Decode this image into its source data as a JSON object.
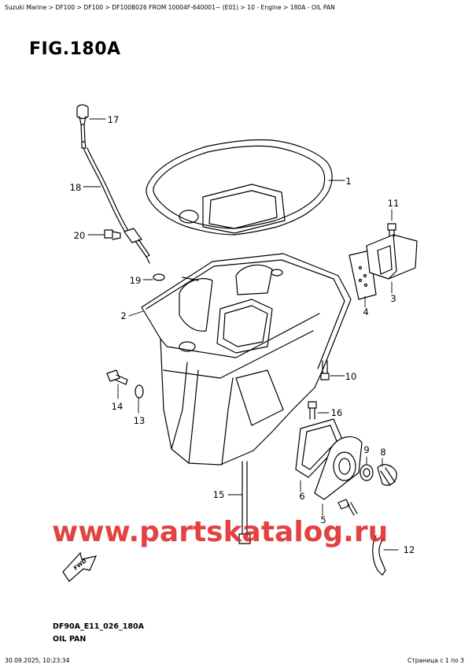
{
  "breadcrumb": "Suzuki Marine > DF100 > DF100 > DF100B026 FROM 10004F-640001~ (E01) > 10 - Engine > 180A - OIL PAN",
  "figure": {
    "title": "FIG.180A",
    "code": "DF90A_E11_026_180A",
    "caption": "OIL PAN"
  },
  "watermark": "www.partskatalog.ru",
  "fwd_label": "FWD",
  "footer": {
    "datetime": "30.09.2025, 10:23:34",
    "page": "Страница с 1 по 3"
  },
  "colors": {
    "callout": "#c0392b",
    "line": "#000000",
    "watermark": "#dc1919"
  },
  "callouts": [
    {
      "id": "17",
      "label": "17"
    },
    {
      "id": "1",
      "label": "1"
    },
    {
      "id": "18",
      "label": "18"
    },
    {
      "id": "11",
      "label": "11"
    },
    {
      "id": "20",
      "label": "20"
    },
    {
      "id": "19",
      "label": "19"
    },
    {
      "id": "3",
      "label": "3"
    },
    {
      "id": "4",
      "label": "4"
    },
    {
      "id": "2",
      "label": "2"
    },
    {
      "id": "10",
      "label": "10"
    },
    {
      "id": "16",
      "label": "16"
    },
    {
      "id": "14",
      "label": "14"
    },
    {
      "id": "13",
      "label": "13"
    },
    {
      "id": "9",
      "label": "9"
    },
    {
      "id": "8",
      "label": "8"
    },
    {
      "id": "6",
      "label": "6"
    },
    {
      "id": "15",
      "label": "15"
    },
    {
      "id": "5",
      "label": "5"
    },
    {
      "id": "12",
      "label": "12"
    }
  ]
}
